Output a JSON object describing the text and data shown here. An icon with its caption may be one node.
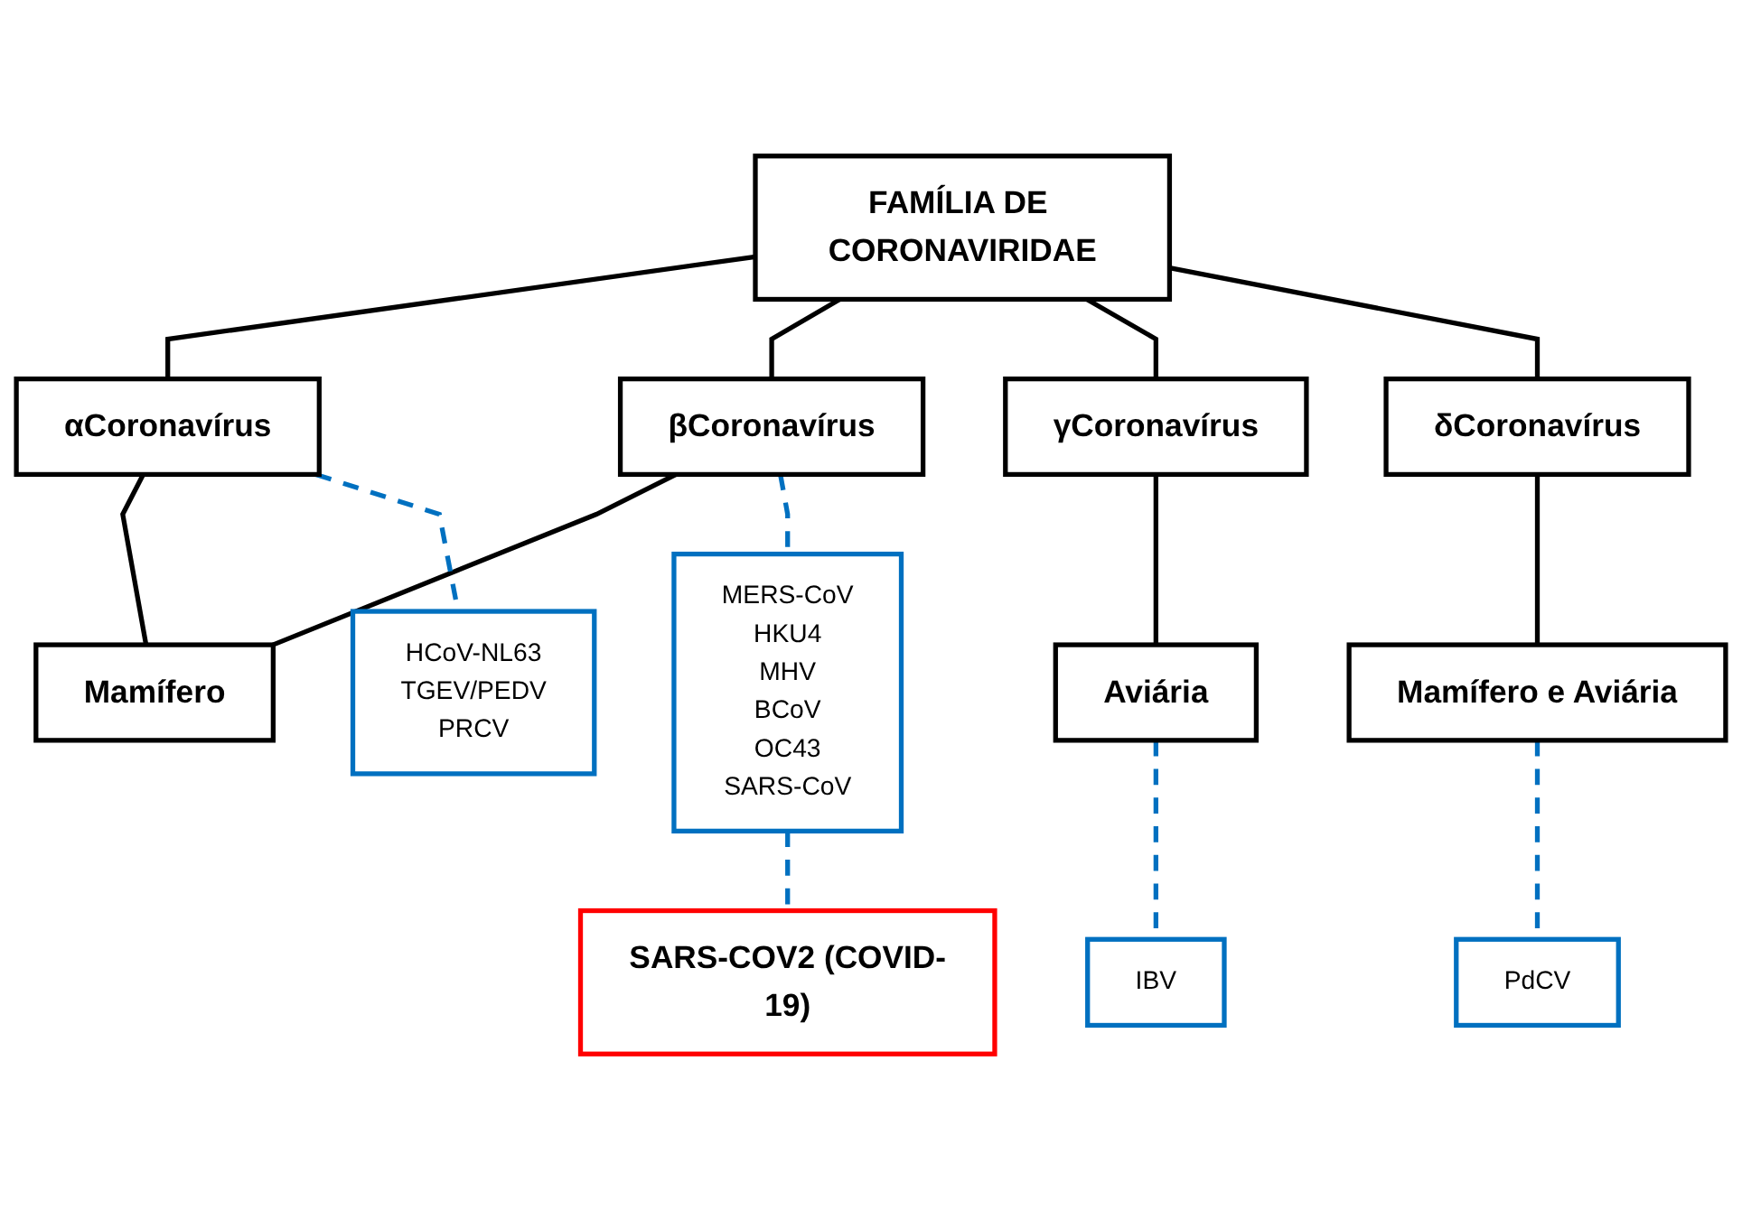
{
  "diagram": {
    "nodes": [
      {
        "text": [
          "FAMÍLIA DE CORONAVIRIDAE"
        ]
      },
      {
        "text": [
          "αCoronavírus"
        ]
      },
      {
        "text": [
          "βCoronavírus"
        ]
      },
      {
        "text": [
          "γCoronavírus"
        ]
      },
      {
        "text": [
          "δCoronavírus"
        ]
      },
      {
        "text": [
          "Mamífero"
        ]
      },
      {
        "text": [
          "Aviária"
        ]
      },
      {
        "text": [
          "Mamífero e Aviária"
        ]
      },
      {
        "text": [
          "HCoV-NL63",
          "TGEV/PEDV",
          "PRCV"
        ]
      },
      {
        "text": [
          "MERS-CoV",
          "HKU4",
          "MHV",
          "BCoV",
          "OC43",
          "SARS-CoV"
        ]
      },
      {
        "text": [
          "IBV"
        ]
      },
      {
        "text": [
          "PdCV"
        ]
      },
      {
        "text": [
          "SARS-COV2 (COVID-19)"
        ]
      }
    ],
    "edges": [
      {
        "from": 0,
        "to": 1,
        "arrow": "none"
      },
      {
        "from": 0,
        "to": 2,
        "arrow": "none"
      },
      {
        "from": 0,
        "to": 3,
        "arrow": "none"
      },
      {
        "from": 0,
        "to": 4,
        "arrow": "none"
      },
      {
        "from": 1,
        "to": 5,
        "arrow": "none"
      },
      {
        "from": 2,
        "to": 5,
        "arrow": "none"
      },
      {
        "from": 3,
        "to": 6,
        "arrow": "none"
      },
      {
        "from": 4,
        "to": 7,
        "arrow": "none"
      },
      {
        "from": 1,
        "to": 8,
        "arrow": "none",
        "style": "dashed",
        "color": "#0070c0"
      },
      {
        "from": 2,
        "to": 9,
        "arrow": "none",
        "style": "dashed",
        "color": "#0070c0"
      },
      {
        "from": 6,
        "to": 10,
        "arrow": "none",
        "style": "dashed",
        "color": "#0070c0"
      },
      {
        "from": 7,
        "to": 11,
        "arrow": "none",
        "style": "dashed",
        "color": "#0070c0"
      },
      {
        "from": 9,
        "to": 12,
        "arrow": "none",
        "style": "dashed",
        "color": "#0070c0"
      }
    ]
  }
}
